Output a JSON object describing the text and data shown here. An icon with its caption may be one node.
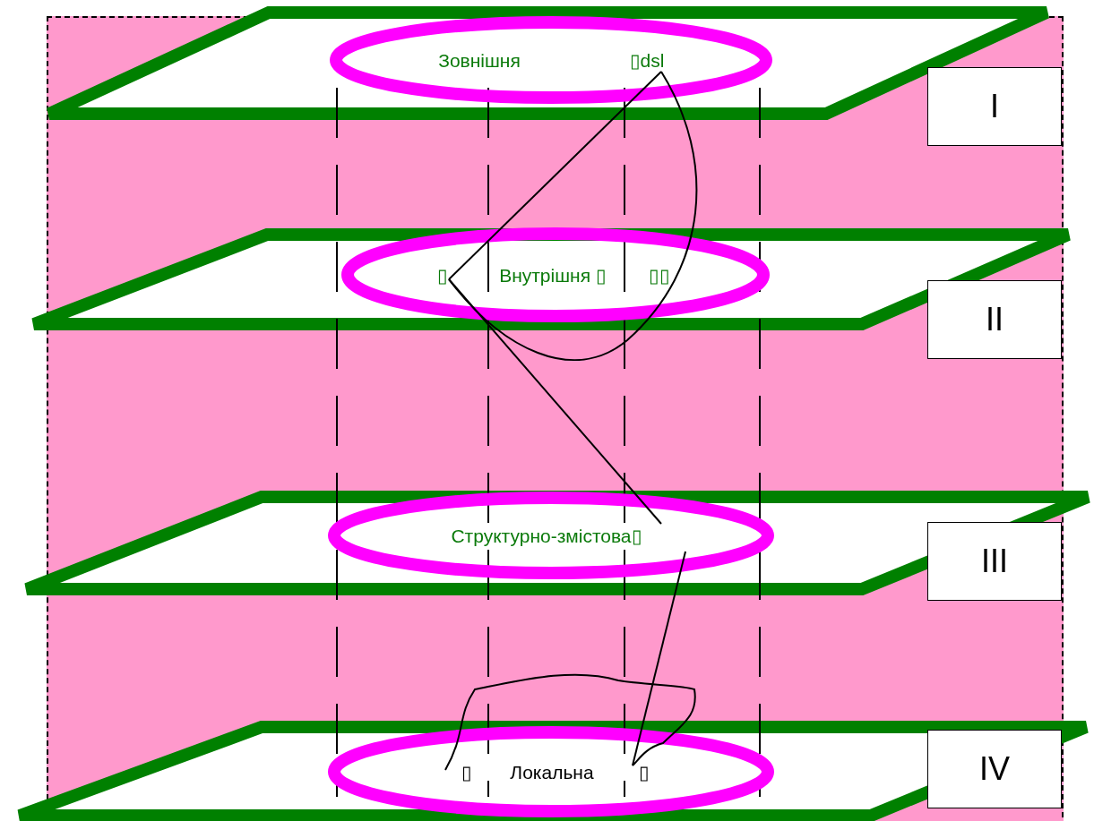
{
  "diagram": {
    "nodes": [
      {
        "text": [
          "Зовнішня",
          "▯dsl"
        ]
      },
      {
        "text": [
          "I"
        ]
      },
      {
        "text": [
          "▯",
          "Внутрішня ▯",
          "▯▯"
        ]
      },
      {
        "text": [
          "II"
        ]
      },
      {
        "text": [
          "Структурно-змістова▯"
        ]
      },
      {
        "text": [
          "III"
        ]
      },
      {
        "text": [
          "▯",
          "Локальна",
          "▯"
        ]
      },
      {
        "text": [
          "IV"
        ]
      }
    ],
    "edges": [
      {
        "from": 0,
        "to": 2,
        "arrow": "none"
      },
      {
        "from": 0,
        "to": 2,
        "arrow": "none"
      },
      {
        "from": 2,
        "to": 4,
        "arrow": "none"
      },
      {
        "from": 4,
        "to": 6,
        "arrow": "none"
      },
      {
        "from": 6,
        "to": 6,
        "arrow": "none"
      }
    ]
  }
}
